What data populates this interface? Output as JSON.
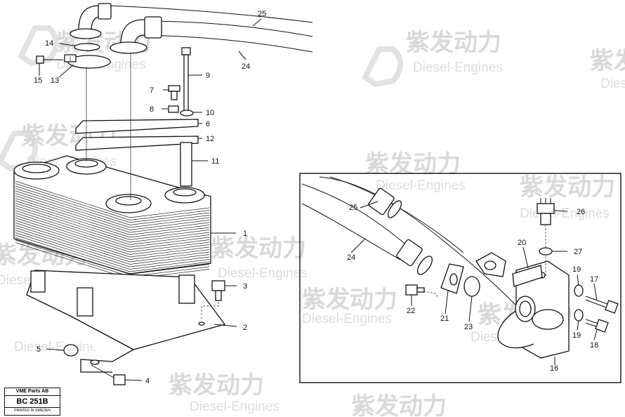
{
  "watermark": {
    "cn": "紫发动力",
    "en": "Diesel-Engines"
  },
  "stamp": {
    "company": "VME Parts AB",
    "code": "BC 251B",
    "printed": "PRINTED IN SWEDEN"
  },
  "callouts": {
    "p1": "1",
    "p2": "2",
    "p3": "3",
    "p4": "4",
    "p5": "5",
    "p6": "6",
    "p7": "7",
    "p8": "8",
    "p9": "9",
    "p10": "10",
    "p11": "11",
    "p12": "12",
    "p13": "13",
    "p14": "14",
    "p15": "15",
    "p16": "16",
    "p17": "17",
    "p18": "18",
    "p19a": "19",
    "p19b": "19",
    "p20": "20",
    "p21": "21",
    "p22": "22",
    "p23": "23",
    "p24a": "24",
    "p24b": "24",
    "p25a": "25",
    "p25b": "25",
    "p26": "26",
    "p27": "27"
  },
  "colors": {
    "line": "#111111",
    "watermark": "#d9d9d9"
  }
}
